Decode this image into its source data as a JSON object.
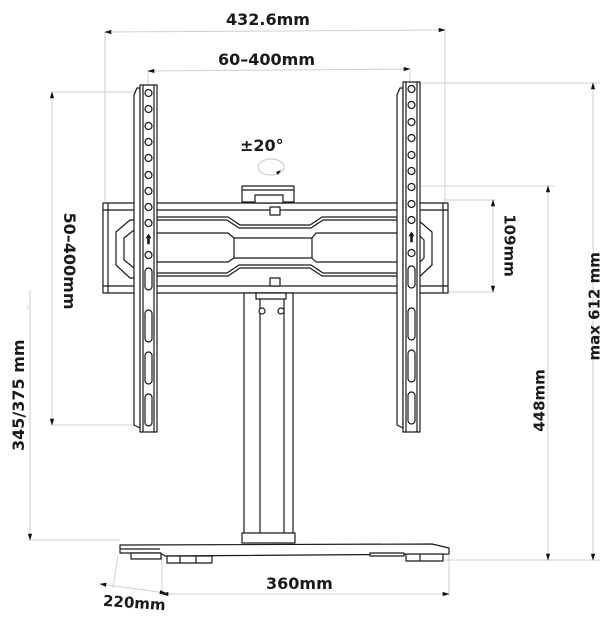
{
  "diagram": {
    "subject": "Tabletop TV stand with swivel mount",
    "line_color": "#1a1a1a",
    "dimension_line_color": "#cfcfcf",
    "dimensions": {
      "overall_width": "432.6mm",
      "vesa_horizontal": "60–400mm",
      "swivel": "±20°",
      "vesa_vertical": "50–400mm",
      "bracket_height": "109mm",
      "max_height": "max 612 mm",
      "min_height": "448mm",
      "screen_bottom_height": "345/375 mm",
      "base_width": "360mm",
      "base_depth": "220mm"
    },
    "swivel_label": {
      "sign": "±",
      "value": "20°"
    }
  }
}
